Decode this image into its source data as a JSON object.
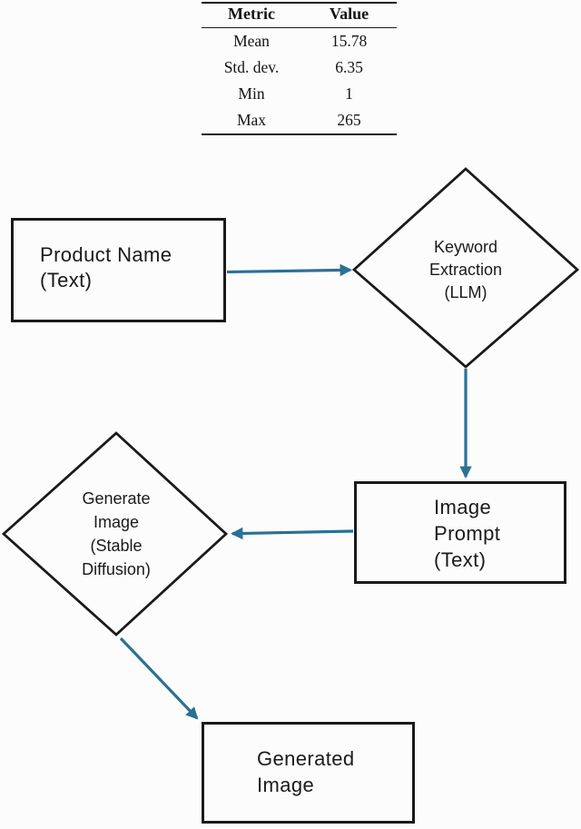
{
  "table": {
    "headers": [
      "Metric",
      "Value"
    ],
    "rows": [
      {
        "metric": "Mean",
        "value": "15.78"
      },
      {
        "metric": "Std. dev.",
        "value": "6.35"
      },
      {
        "metric": "Min",
        "value": "1"
      },
      {
        "metric": "Max",
        "value": "265"
      }
    ]
  },
  "flowchart": {
    "nodes": {
      "product_name": {
        "label": "Product Name\n(Text)",
        "shape": "rectangle"
      },
      "keyword_extraction": {
        "label": "Keyword\nExtraction\n(LLM)",
        "shape": "diamond"
      },
      "image_prompt": {
        "label": "Image\nPrompt\n(Text)",
        "shape": "rectangle"
      },
      "generate_image": {
        "label": "Generate\nImage\n(Stable\nDiffusion)",
        "shape": "diamond"
      },
      "generated_image": {
        "label": "Generated\nImage",
        "shape": "rectangle"
      }
    },
    "edges": [
      {
        "from": "product_name",
        "to": "keyword_extraction"
      },
      {
        "from": "keyword_extraction",
        "to": "image_prompt"
      },
      {
        "from": "image_prompt",
        "to": "generate_image"
      },
      {
        "from": "generate_image",
        "to": "generated_image"
      }
    ],
    "colors": {
      "arrow": "#2b7095",
      "shape_border": "#1a1a1a",
      "text": "#1a1a1a"
    }
  }
}
